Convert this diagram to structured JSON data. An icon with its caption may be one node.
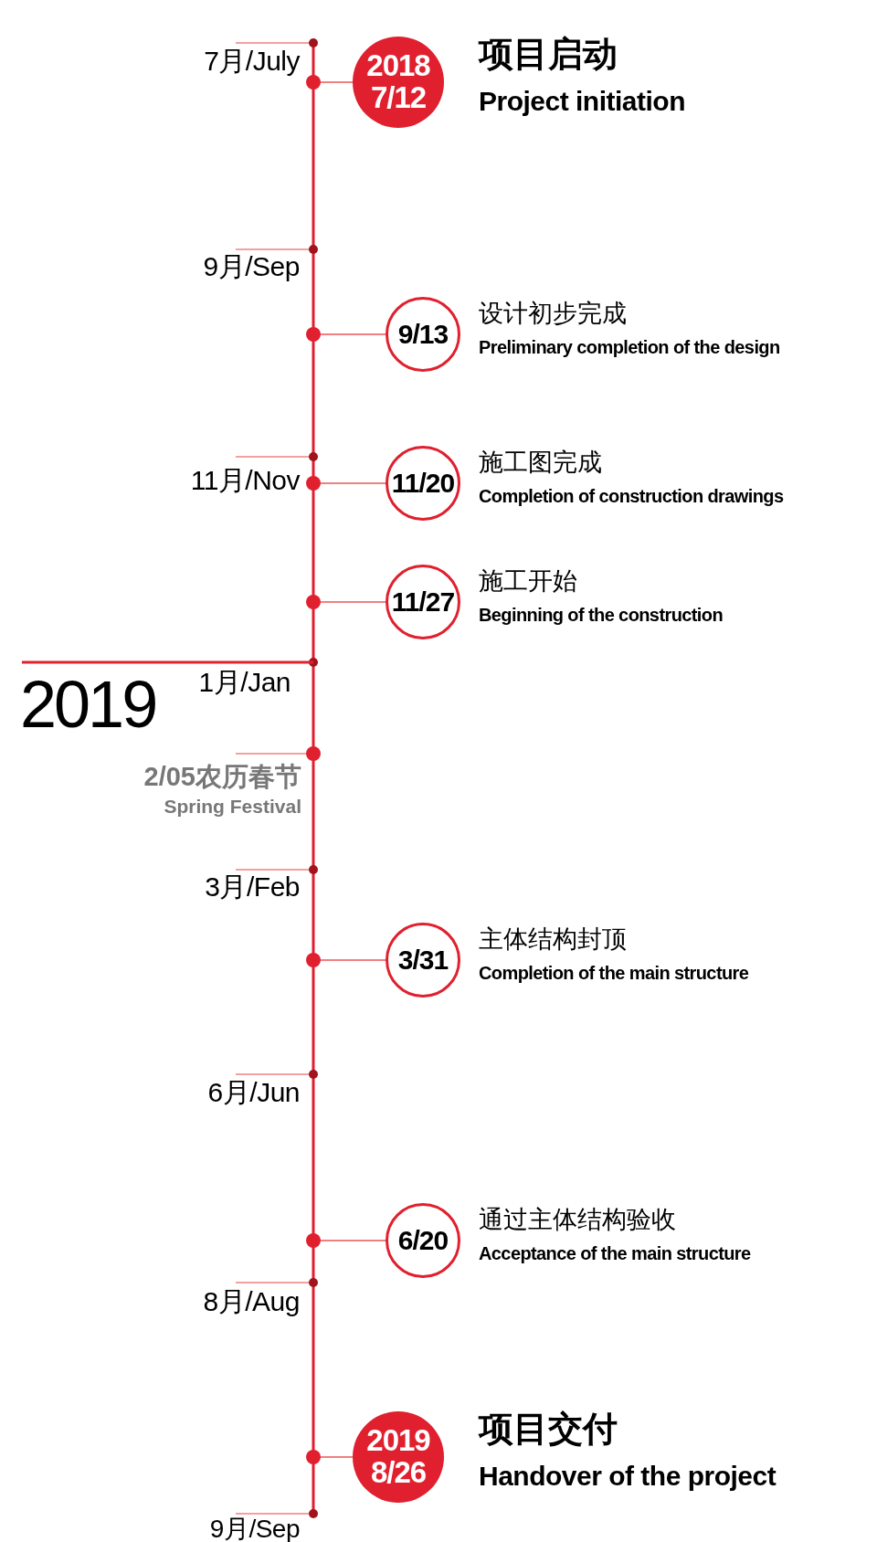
{
  "diagram": {
    "nodes": [
      {
        "text": [],
        "shape": "circle"
      },
      {
        "text": [
          "2018 7/12"
        ],
        "beside": [
          "项目启动",
          "Project initiation"
        ]
      },
      {
        "text": [],
        "shape": "circle"
      },
      {
        "text": [
          "9/13"
        ],
        "beside": [
          "设计初步完成",
          "Preliminary completion of the design"
        ]
      },
      {
        "text": [],
        "shape": "circle"
      },
      {
        "text": [
          "11/20"
        ],
        "beside": [
          "施工图完成",
          "Completion of construction drawings"
        ]
      },
      {
        "text": [],
        "shape": "circle"
      },
      {
        "text": [
          "11/27"
        ],
        "beside": [
          "施工开始",
          "Beginning of the construction"
        ]
      },
      {
        "text": [],
        "shape": "circle"
      },
      {
        "text": [
          "3/31"
        ],
        "beside": [
          "主体结构封顶",
          "Completion of the main structure"
        ]
      },
      {
        "text": [],
        "shape": "circle"
      },
      {
        "text": [
          "6/20"
        ],
        "beside": [
          "通过主体结构验收",
          "Acceptance of the main structure"
        ]
      },
      {
        "text": [],
        "shape": "circle"
      },
      {
        "text": [
          "2019 8/26"
        ],
        "beside": [
          "项目交付",
          "Handover of the project"
        ]
      }
    ],
    "edges": [
      {
        "from": 0,
        "to": 1,
        "arrow": "none"
      },
      {
        "from": 2,
        "to": 3,
        "arrow": "none"
      },
      {
        "from": 4,
        "to": 5,
        "arrow": "none"
      },
      {
        "from": 6,
        "to": 7,
        "arrow": "none"
      },
      {
        "from": 8,
        "to": 9,
        "arrow": "none"
      },
      {
        "from": 10,
        "to": 11,
        "arrow": "none"
      },
      {
        "from": 12,
        "to": 13,
        "arrow": "none"
      }
    ],
    "labels": [
      "7月/July",
      "9月/Sep",
      "11月/Nov",
      "2019",
      "1月/Jan",
      "2/05农历春节",
      "Spring Festival",
      "3月/Feb",
      "6月/Jun",
      "8月/Aug",
      "9月/Sep"
    ]
  }
}
